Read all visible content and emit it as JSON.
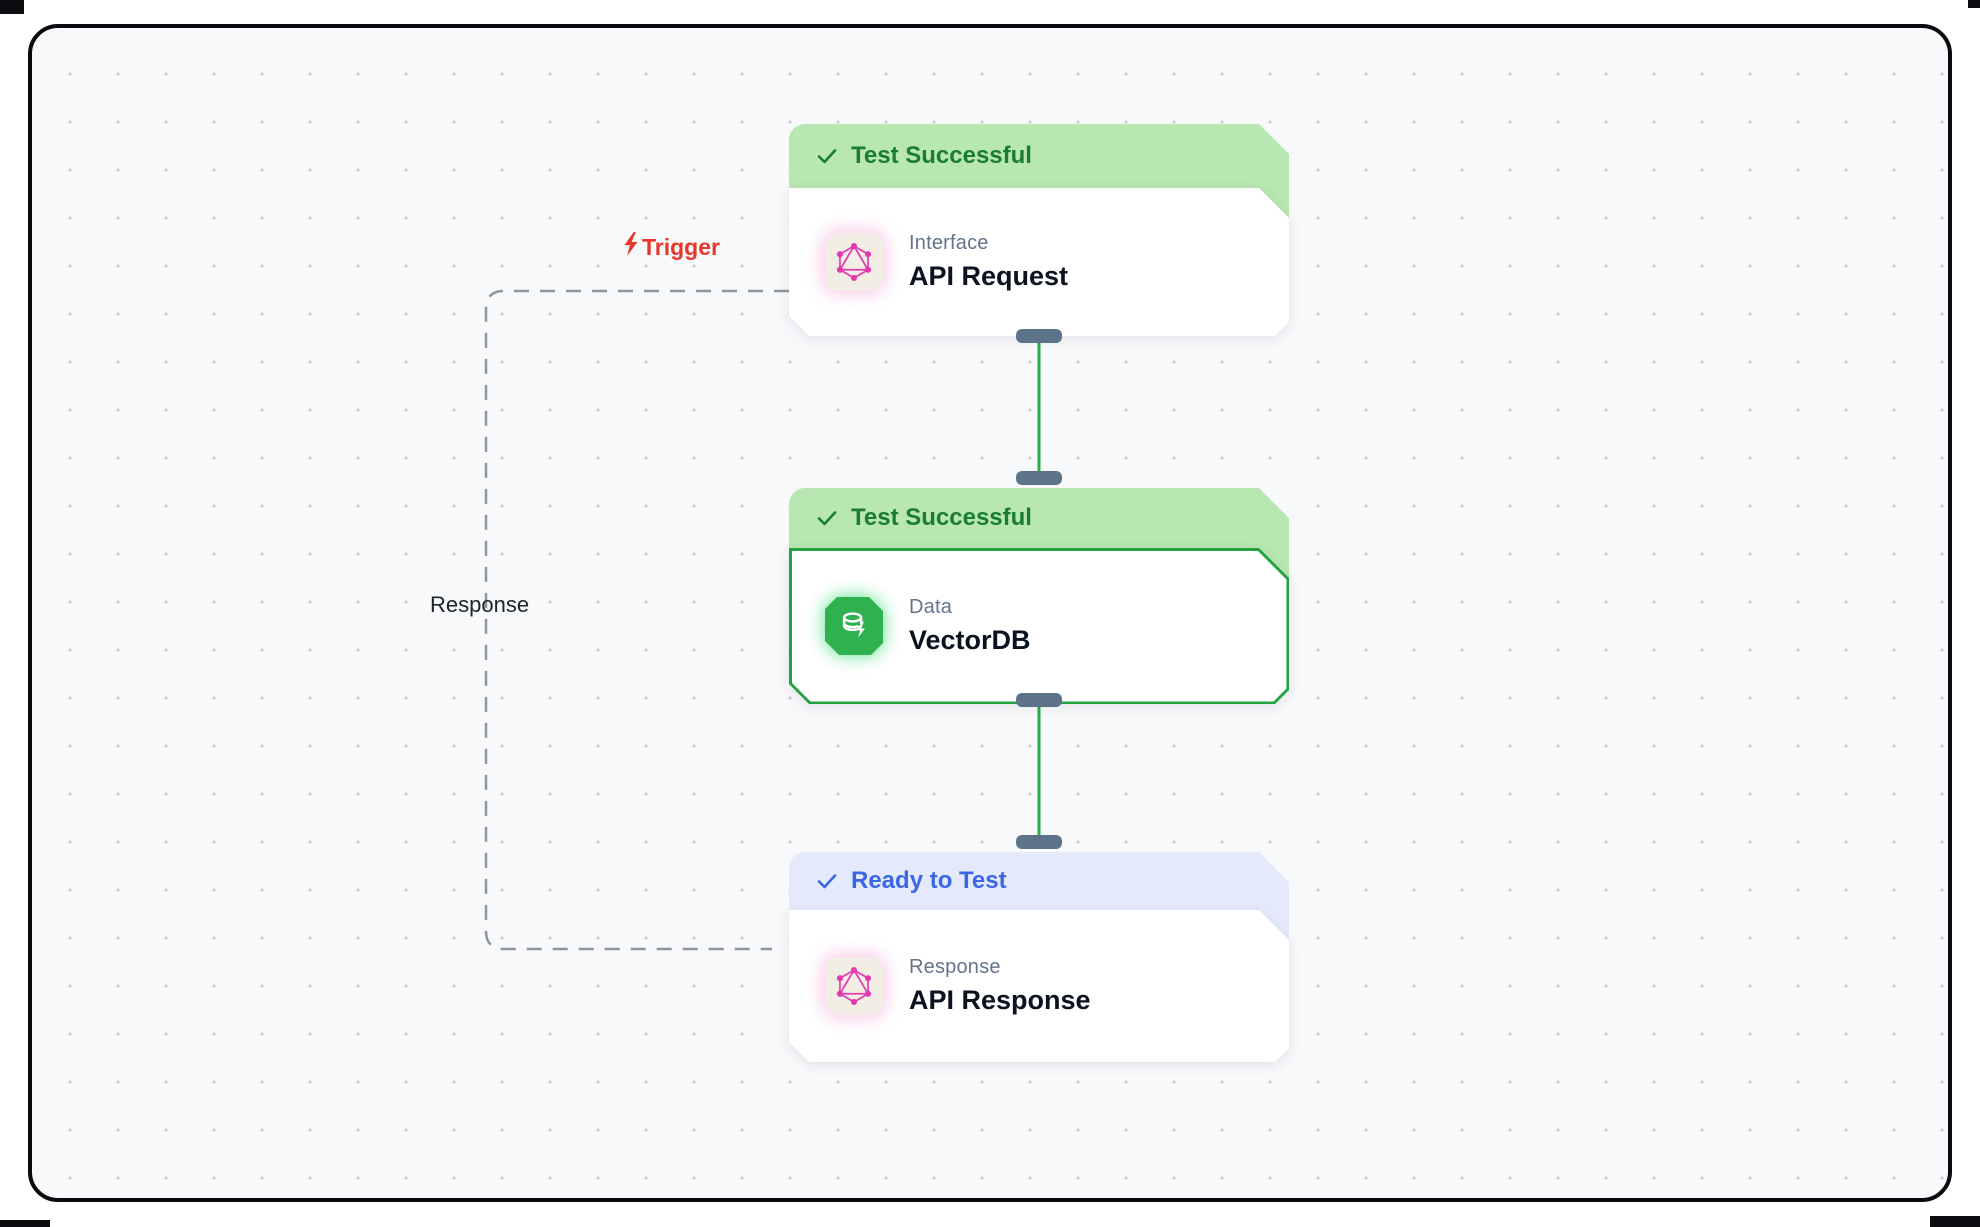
{
  "edge_labels": {
    "trigger": "Trigger",
    "response": "Response"
  },
  "nodes": [
    {
      "status": "Test Successful",
      "status_type": "success",
      "category": "Interface",
      "title": "API Request",
      "icon": "graphql-icon"
    },
    {
      "status": "Test Successful",
      "status_type": "success",
      "category": "Data",
      "title": "VectorDB",
      "icon": "database-icon"
    },
    {
      "status": "Ready to Test",
      "status_type": "ready",
      "category": "Response",
      "title": "API Response",
      "icon": "graphql-icon"
    }
  ],
  "colors": {
    "canvas_bg": "#f8f9fb",
    "canvas_border": "#0b0b0f",
    "grid_dot": "#c6c9d0",
    "success_header_bg": "#b9e7b2",
    "success_header_text": "#1b7c33",
    "ready_header_bg": "#e4e9fb",
    "ready_header_text": "#3b66e6",
    "node_border_green": "#22a33f",
    "connection_green": "#27ae44",
    "handle_slate": "#5d7389",
    "trigger_red": "#e8372b",
    "graphql_pink": "#e23bb0",
    "database_green": "#2fb14f",
    "dashed_edge_gray": "#8f959e"
  }
}
